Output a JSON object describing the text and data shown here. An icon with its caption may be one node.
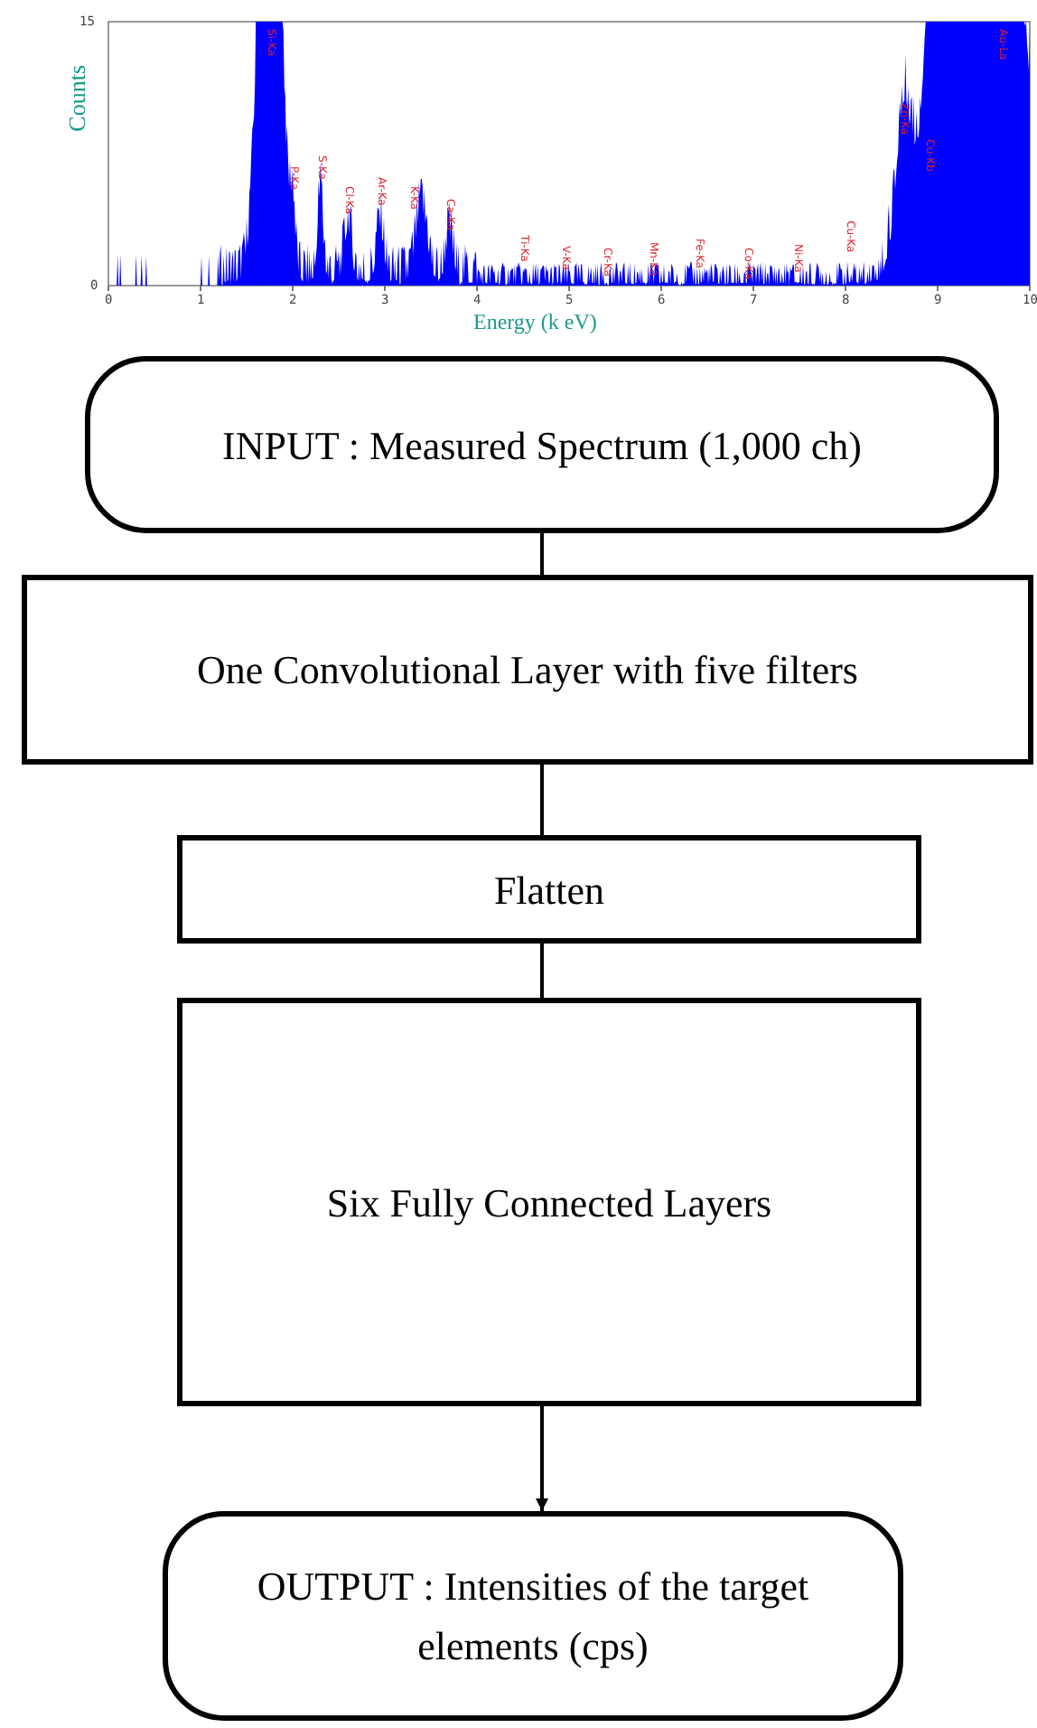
{
  "diagram": {
    "nodes": [
      {
        "text": [
          "INPUT : Measured Spectrum (1,000 ch)"
        ]
      },
      {
        "text": [
          "One Convolutional Layer with five filters"
        ]
      },
      {
        "text": [
          "Flatten"
        ]
      },
      {
        "text": [
          "Six Fully Connected Layers"
        ]
      },
      {
        "text": [
          "OUTPUT : Intensities of the target elements (cps)"
        ]
      }
    ],
    "edges": [
      {
        "from": 0,
        "to": 1,
        "arrow": "none"
      },
      {
        "from": 1,
        "to": 2,
        "arrow": "none"
      },
      {
        "from": 2,
        "to": 3,
        "arrow": "none"
      },
      {
        "from": 3,
        "to": 4,
        "arrow": "to"
      }
    ],
    "labels": [
      "15",
      "0",
      "Counts",
      "Si-Ka",
      "P-Ka",
      "S-Ka",
      "Cl-Ka",
      "Ar-Ka",
      "K-Ka",
      "Ca-Ka",
      "Ti-Ka",
      "V-Ka",
      "Cr-Ka",
      "Mn-Ka",
      "Fe-Ka",
      "Co-Ka",
      "Ni-Ka",
      "Cu-Ka",
      "Zn-Ka",
      "Cu-Kb",
      "Au-La",
      "0",
      "1",
      "2",
      "3",
      "4",
      "5",
      "6",
      "7",
      "8",
      "9",
      "10",
      "Energy (k eV)"
    ]
  }
}
